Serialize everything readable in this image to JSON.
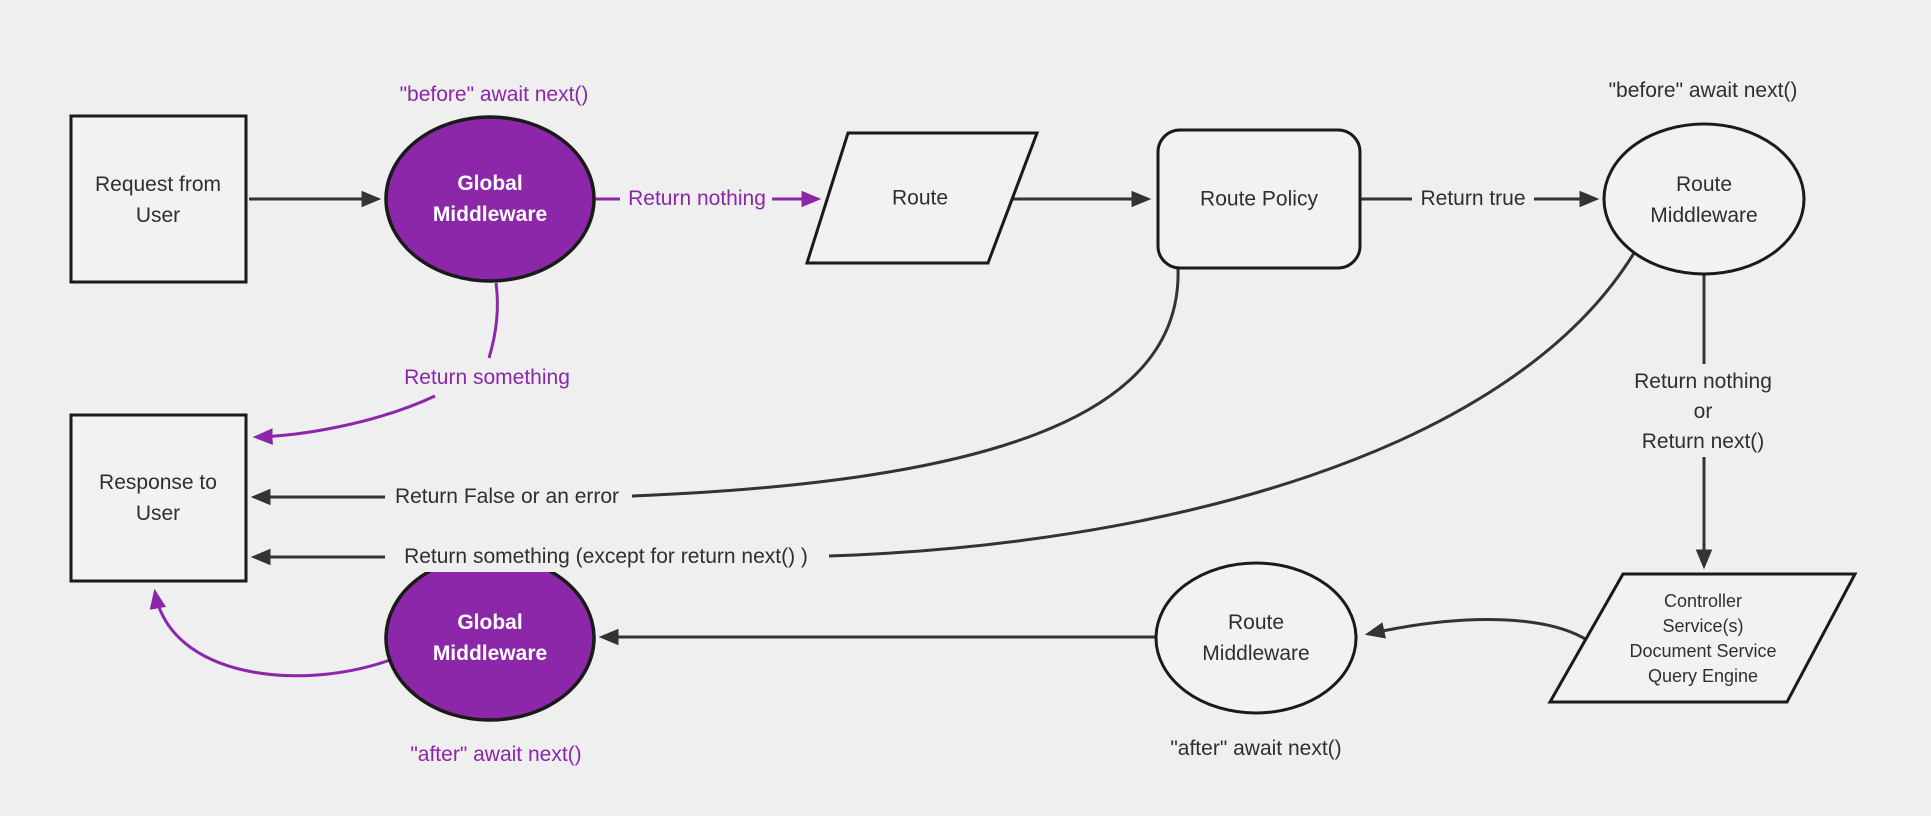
{
  "diagram": {
    "title": "middleware-request-flow",
    "nodes": {
      "request": "Request from\nUser",
      "global_middleware_in": "Global\nMiddleware",
      "route": "Route",
      "route_policy": "Route Policy",
      "route_middleware_in": "Route\nMiddleware",
      "controller_stack": "Controller\nService(s)\nDocument Service\nQuery Engine",
      "route_middleware_out": "Route\nMiddleware",
      "global_middleware_out": "Global\nMiddleware",
      "response": "Response to\nUser"
    },
    "edge_labels": {
      "before_await_next_global": "\"before\" await next()",
      "return_nothing": "Return nothing",
      "return_something": "Return something",
      "return_true": "Return true",
      "before_await_next_route": "\"before\" await next()",
      "return_nothing_or_next": "Return nothing\nor\nReturn next()",
      "return_false_or_error": "Return False or an error",
      "return_something_except": "Return something (except for return next() )",
      "after_await_next_route": "\"after\" await next()",
      "after_await_next_global": "\"after\" await next()"
    },
    "colors": {
      "background": "#EFEFEF",
      "node_fill": "#F2F2F2",
      "node_border": "#1A1A1A",
      "purple": "#8B27A8",
      "edge": "#333333",
      "text": "#2F2F2F"
    }
  }
}
